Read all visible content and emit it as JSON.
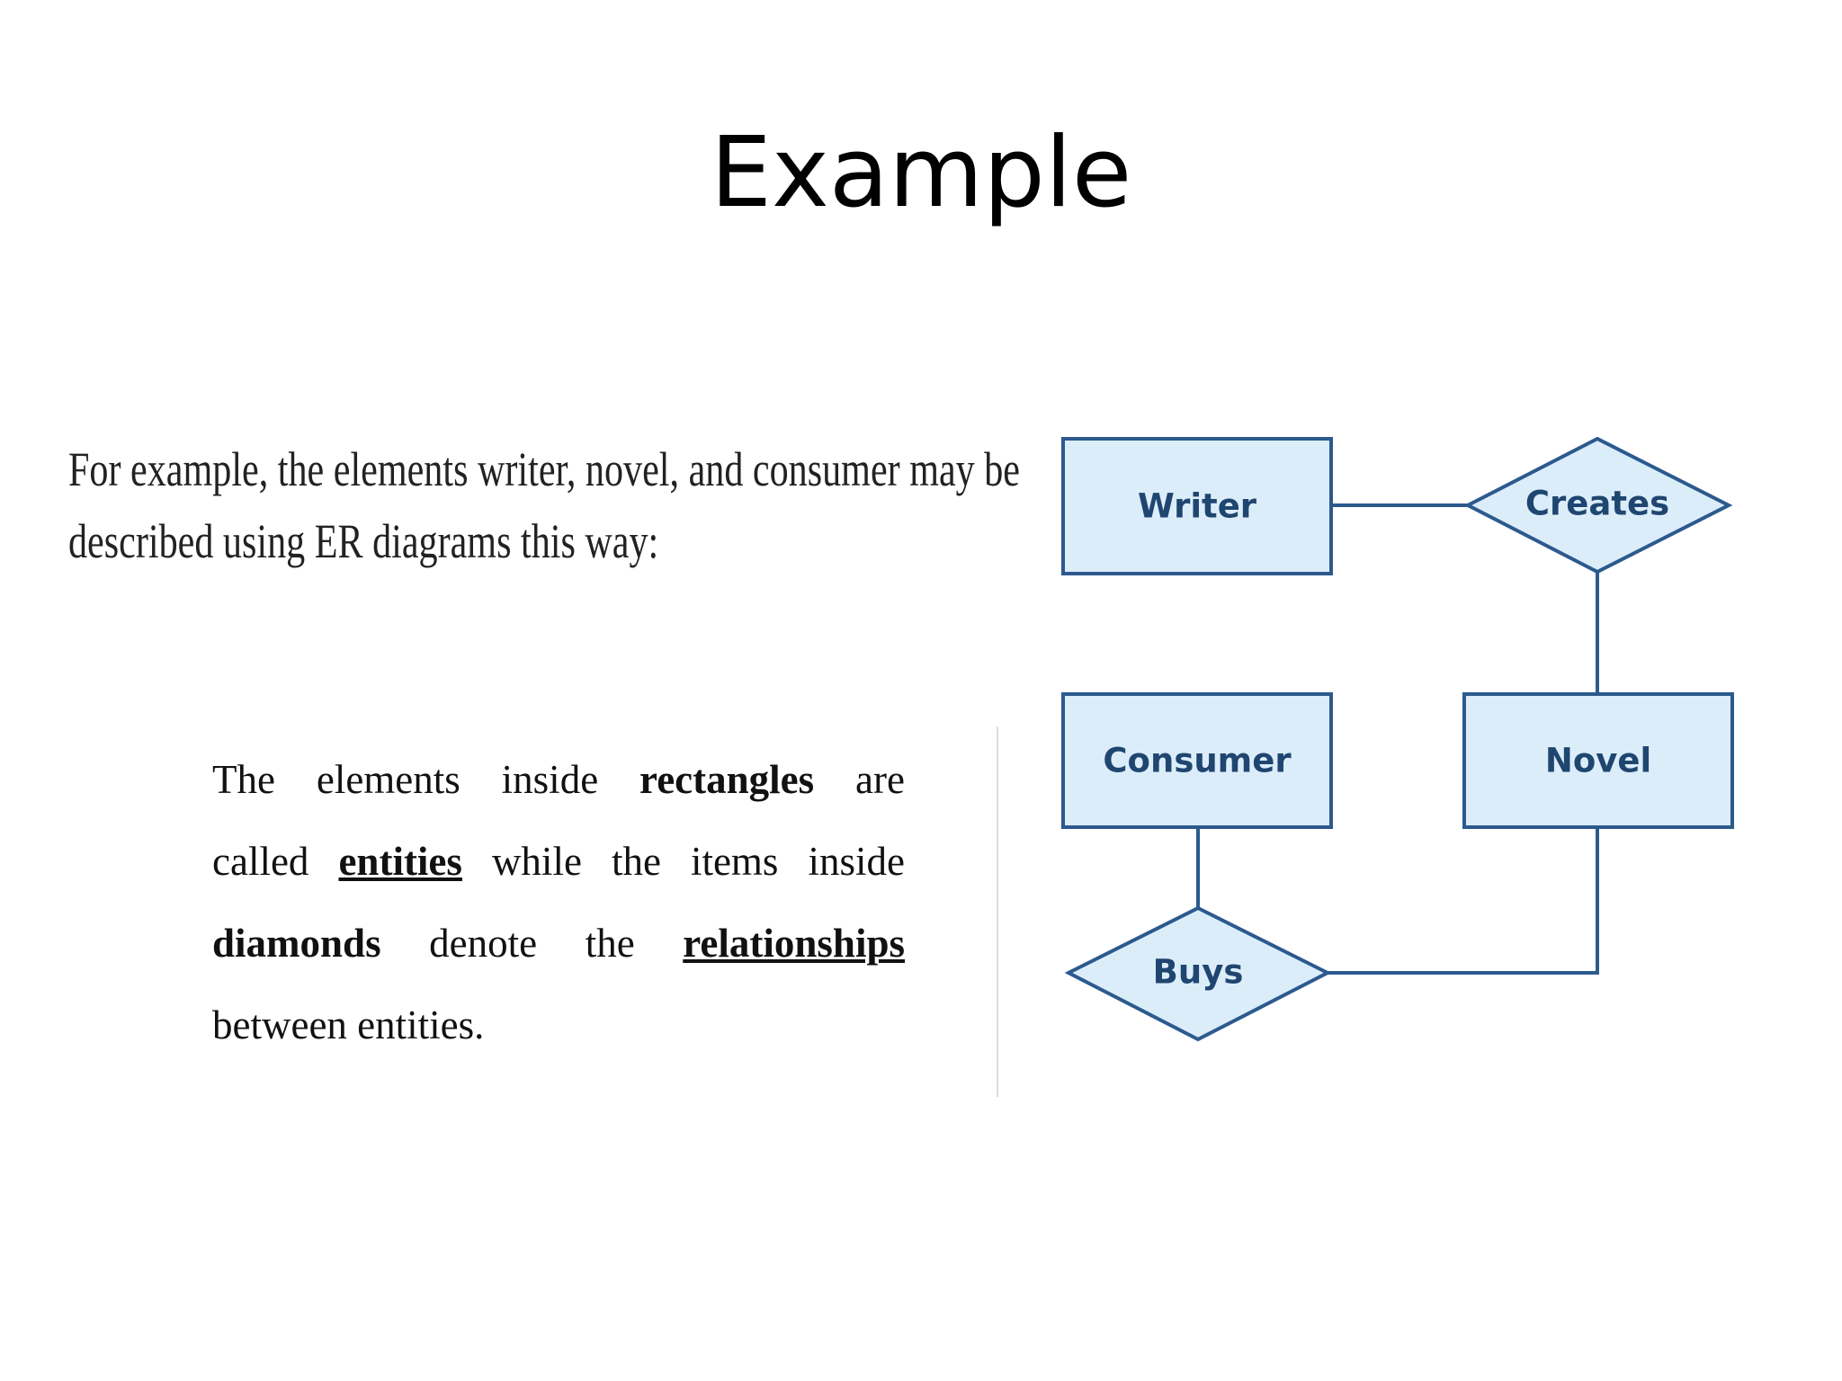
{
  "slide": {
    "title": "Example"
  },
  "intro": {
    "line1": "For example, the elements writer, novel, and consumer may be",
    "line2": "described using ER diagrams this way:"
  },
  "explanation": {
    "l1_w1": "The",
    "l1_w2": "elements",
    "l1_w3": "inside",
    "l1_w4": "rectangles",
    "l1_w5": "are",
    "l2_w1": "called",
    "l2_w2": "entities ",
    "l2_w3": "while",
    "l2_w4": "the",
    "l2_w5": "items",
    "l2_w6": "inside",
    "l3_w1": "diamonds",
    "l3_w2": "denote",
    "l3_w3": "the",
    "l3_w4": "relationships",
    "l4": "between entities."
  },
  "diagram": {
    "entities": {
      "writer": "Writer",
      "consumer": "Consumer",
      "novel": "Novel"
    },
    "relationships": {
      "creates": "Creates",
      "buys": "Buys"
    },
    "colors": {
      "fill": "#dcedfa",
      "stroke": "#2c5a8e",
      "text": "#1f4670"
    }
  }
}
